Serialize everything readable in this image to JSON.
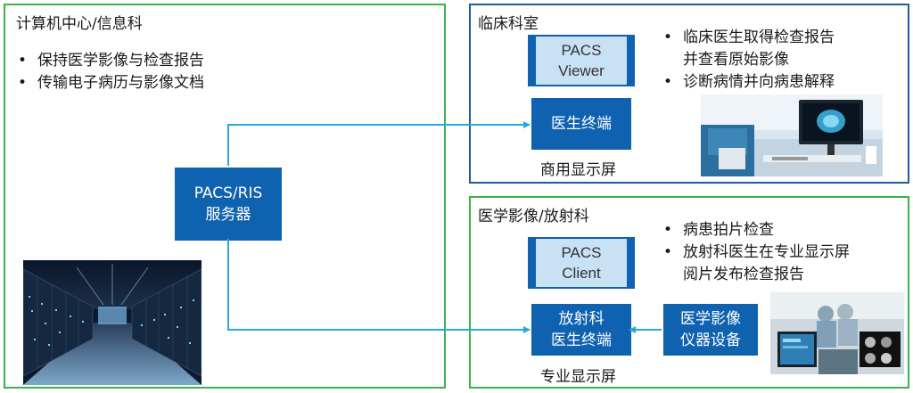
{
  "left_panel": {
    "title": "计算机中心/信息科",
    "bullets": [
      "保持医学影像与检查报告",
      "传输电子病历与影像文档"
    ],
    "server": {
      "line1": "PACS/RIS",
      "line2": "服务器"
    }
  },
  "clinic_panel": {
    "title": "临床科室",
    "app": {
      "line1": "PACS",
      "line2": "Viewer"
    },
    "terminal": "医生终端",
    "display": "商用显示屏",
    "bullets": [
      "临床医生取得检查报告",
      "并查看原始影像",
      "诊断病情并向病患解释"
    ]
  },
  "rad_panel": {
    "title": "医学影像/放射科",
    "app": {
      "line1": "PACS",
      "line2": "Client"
    },
    "terminal": {
      "line1": "放射科",
      "line2": "医生终端"
    },
    "device": {
      "line1": "医学影像",
      "line2": "仪器设备"
    },
    "display": "专业显示屏",
    "bullets": [
      "病患拍片检查",
      "放射科医生在专业显示屏",
      "阅片发布检查报告"
    ]
  },
  "colors": {
    "box_blue": "#0f62b0",
    "app_fill": "#c8e1f5",
    "arrow": "#29a8e0",
    "green_border": "#3ab14a",
    "blue_border": "#1f5aa6"
  },
  "icons": [
    "datacenter-photo",
    "doctor-desk-photo",
    "radiology-room-photo"
  ]
}
